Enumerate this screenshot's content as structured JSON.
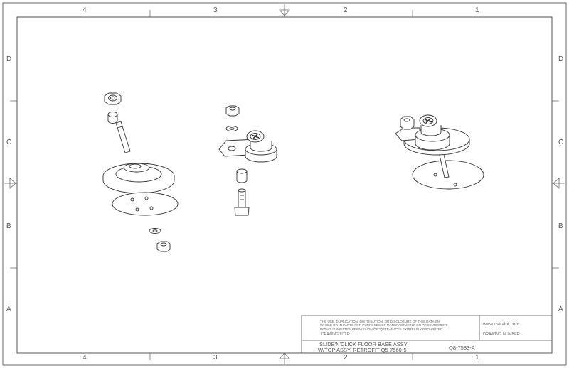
{
  "border": {
    "columns_top": [
      "4",
      "3",
      "2",
      "1"
    ],
    "columns_bottom": [
      "4",
      "3",
      "2",
      "1"
    ],
    "rows_left": [
      "D",
      "C",
      "B",
      "A"
    ],
    "rows_right": [
      "D",
      "C",
      "B",
      "A"
    ]
  },
  "title_block": {
    "disclaimer_line1": "THE USE, DUPLICATION, DISTRIBUTION, OR DISCLOSURE OF THIS DATA (IN",
    "disclaimer_line2": "WHOLE OR IN PARTS FOR PURPOSES OF MANUFACTURING OR PROCUREMENT",
    "disclaimer_line3": "WITHOUT WRITTEN PERMISSION OF \"QSTRAINT\" IS EXPRESSLY PROHIBITED.",
    "website": "www.qstraint.com",
    "drawing_title_label": "DRAWING TITLE:",
    "drawing_number_label": "DRAWING NUMBER",
    "title_line1": "SLIDE'N'CLICK FLOOR BASE ASSY",
    "title_line2": "W/TOP ASSY. RETROFIT Q5-7560-5",
    "drawing_number": "Q8-7583-A"
  },
  "colors": {
    "line": "#333333",
    "frame": "#555555",
    "fill": "#ffffff"
  }
}
